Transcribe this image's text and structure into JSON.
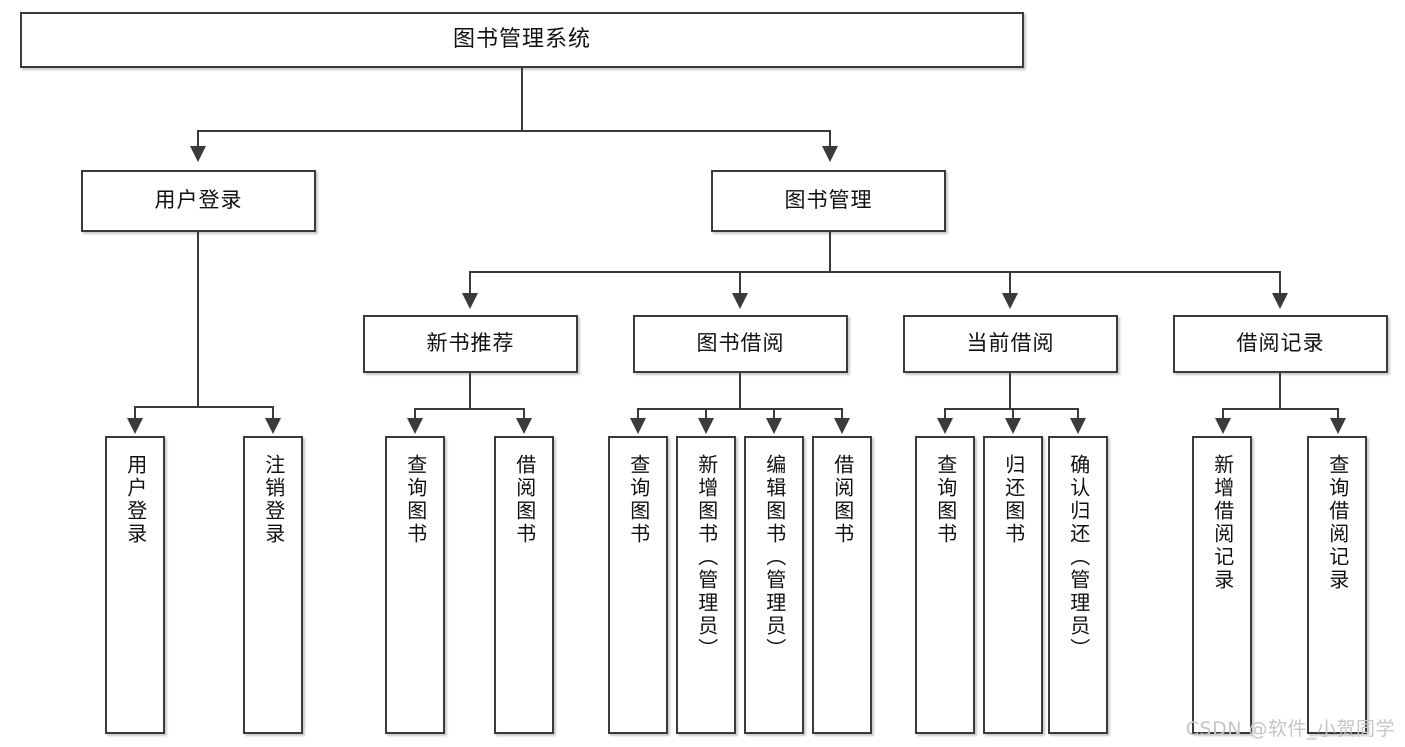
{
  "diagram": {
    "title": "图书管理系统",
    "type": "tree",
    "watermark": "CSDN @软件_小贺同学",
    "colors": {
      "background": "#ffffff",
      "border": "#3a3a3a",
      "text": "#111111",
      "watermark": "#c6c6c6"
    },
    "levels": {
      "root": {
        "label": "图书管理系统"
      },
      "level2": [
        {
          "label": "用户登录"
        },
        {
          "label": "图书管理"
        }
      ],
      "level3": [
        {
          "label": "新书推荐"
        },
        {
          "label": "图书借阅"
        },
        {
          "label": "当前借阅"
        },
        {
          "label": "借阅记录"
        }
      ],
      "level4": [
        {
          "label": "用户登录"
        },
        {
          "label": "注销登录"
        },
        {
          "label": "查询图书"
        },
        {
          "label": "借阅图书"
        },
        {
          "label": "查询图书"
        },
        {
          "label": "新增图书（管理员）"
        },
        {
          "label": "编辑图书（管理员）"
        },
        {
          "label": "借阅图书"
        },
        {
          "label": "查询图书"
        },
        {
          "label": "归还图书"
        },
        {
          "label": "确认归还（管理员）"
        },
        {
          "label": "新增借阅记录"
        },
        {
          "label": "查询借阅记录"
        }
      ]
    }
  }
}
